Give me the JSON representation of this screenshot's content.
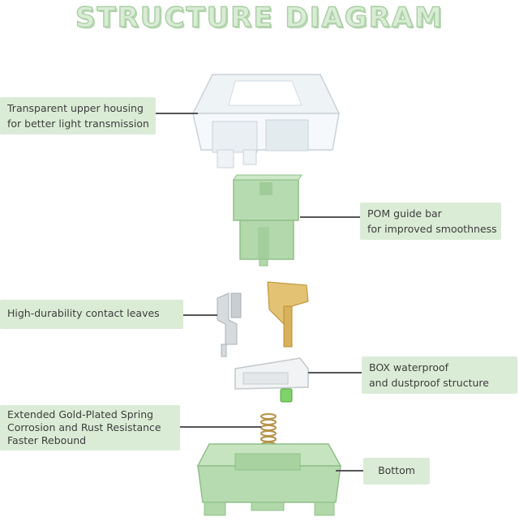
{
  "title": "STRUCTURE DIAGRAM",
  "colors": {
    "label_bg": "#dbecd6",
    "mint": "#b7dbb0",
    "mint_dark": "#8fbf88",
    "gold": "#d9b15a",
    "connector": "#555555"
  },
  "labels": {
    "upper_housing": {
      "line1": "Transparent upper housing",
      "line2": "for better light transmission"
    },
    "guide_bar": {
      "line1": "POM guide bar",
      "line2": "for improved smoothness"
    },
    "contact_leaves": {
      "line1": "High-durability contact leaves"
    },
    "box_structure": {
      "line1": "BOX waterproof",
      "line2": "and dustproof structure"
    },
    "spring": {
      "line1": "Extended Gold-Plated Spring",
      "line2": "Corrosion and Rust Resistance",
      "line3": "Faster Rebound"
    },
    "bottom": {
      "line1": "Bottom"
    }
  }
}
